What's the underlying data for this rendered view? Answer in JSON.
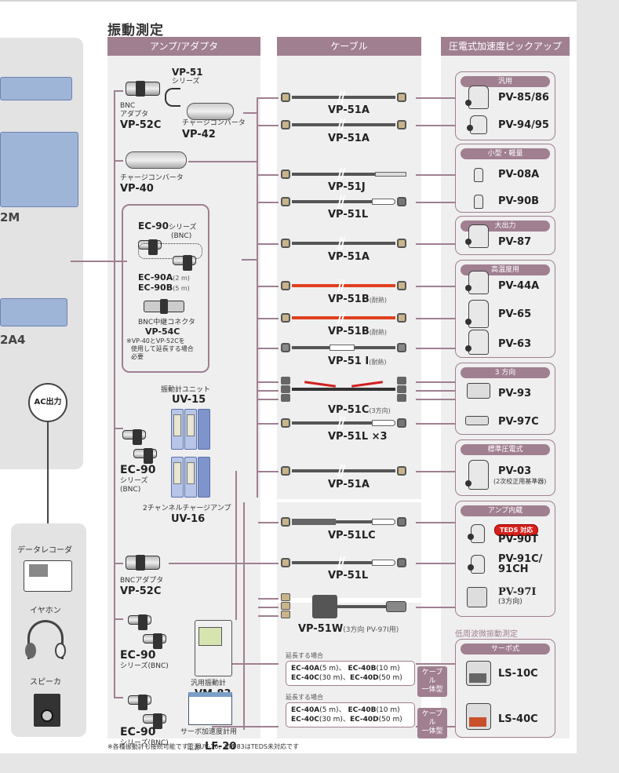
{
  "title": "振動測定",
  "columns": {
    "amps": "アンプ/アダプタ",
    "cables": "ケーブル",
    "pickups": "圧電式加速度ピックアップ"
  },
  "left_devices": {
    "device1_suffix": "2M",
    "device2_suffix": "2A4",
    "ac_output": "AC出力",
    "outputs": [
      {
        "label": "データレコーダ",
        "icon": "data-recorder-icon"
      },
      {
        "label": "イヤホン",
        "icon": "headphones-icon"
      },
      {
        "label": "スピーカ",
        "icon": "speaker-icon"
      }
    ]
  },
  "amps": {
    "vp51_series": {
      "model": "VP-51",
      "sub": "シリーズ"
    },
    "vp52c_top": {
      "label1": "BNC",
      "label2": "アダプタ",
      "model": "VP-52C"
    },
    "vp42": {
      "label": "チャージコンバータ",
      "model": "VP-42"
    },
    "vp40": {
      "label": "チャージコンバータ",
      "model": "VP-40"
    },
    "ec90_box": {
      "series_model": "EC-90",
      "series_sub": "シリーズ",
      "bnc": "(BNC)",
      "ec90a": "EC-90A",
      "ec90a_len": "(2 m)",
      "ec90b": "EC-90B",
      "ec90b_len": "(5 m)",
      "connector_label": "BNC中継コネクタ",
      "connector_model": "VP-54C",
      "note1": "※VP-40とVP-52Cを",
      "note2": "使用して延長する場合",
      "note3": "必要"
    },
    "uv15": {
      "label": "振動計ユニット",
      "model": "UV-15"
    },
    "uv16": {
      "label": "2チャンネルチャージアンプ",
      "model": "UV-16"
    },
    "ec90_a": {
      "model": "EC-90",
      "sub1": "シリーズ",
      "sub2": "(BNC)"
    },
    "vp52c_bottom": {
      "label": "BNCアダプタ",
      "model": "VP-52C"
    },
    "ec90_b": {
      "model": "EC-90",
      "sub": "シリーズ(BNC)"
    },
    "vm83": {
      "label": "汎用振動計",
      "model": "VM-83"
    },
    "ec90_c": {
      "model": "EC-90",
      "sub": "シリーズ(BNC)"
    },
    "lf20": {
      "label1": "サーボ加速度計用",
      "label2": "電源",
      "model": "LF-20"
    }
  },
  "cables": [
    {
      "model": "VP-51A",
      "note": ""
    },
    {
      "model": "VP-51A",
      "note": ""
    },
    {
      "model": "VP-51J",
      "note": ""
    },
    {
      "model": "VP-51L",
      "note": ""
    },
    {
      "model": "VP-51A",
      "note": ""
    },
    {
      "model": "VP-51B",
      "note": "(耐熱)"
    },
    {
      "model": "VP-51B",
      "note": "(耐熱)"
    },
    {
      "model": "VP-51 I",
      "note": "(耐熱)"
    },
    {
      "model": "VP-51C",
      "note": "(3方向)"
    },
    {
      "model": "VP-51L ×3",
      "note": ""
    },
    {
      "model": "VP-51A",
      "note": ""
    },
    {
      "model": "VP-51LC",
      "note": ""
    },
    {
      "model": "VP-51L",
      "note": ""
    },
    {
      "model": "VP-51W",
      "note": "(3方向 PV-97I用)"
    }
  ],
  "extensions": [
    {
      "label": "延長する場合",
      "line1_a": "EC-40A",
      "line1_a_len": "(5 m)、",
      "line1_b": "EC-40B",
      "line1_b_len": "(10 m)",
      "line2_a": "EC-40C",
      "line2_a_len": "(30 m)、",
      "line2_b": "EC-40D",
      "line2_b_len": "(50 m)",
      "tag1": "ケーブル",
      "tag2": "一体型"
    },
    {
      "label": "延長する場合",
      "line1_a": "EC-40A",
      "line1_a_len": "(5 m)、",
      "line1_b": "EC-40B",
      "line1_b_len": "(10 m)",
      "line2_a": "EC-40C",
      "line2_a_len": "(30 m)、",
      "line2_b": "EC-40D",
      "line2_b_len": "(50 m)",
      "tag1": "ケーブル",
      "tag2": "一体型"
    }
  ],
  "pickup_groups": [
    {
      "head": "汎用",
      "items": [
        {
          "model": "PV-85/86"
        },
        {
          "model": "PV-94/95"
        }
      ]
    },
    {
      "head": "小型・軽量",
      "items": [
        {
          "model": "PV-08A"
        },
        {
          "model": "PV-90B"
        }
      ]
    },
    {
      "head": "大出力",
      "items": [
        {
          "model": "PV-87"
        }
      ]
    },
    {
      "head": "高温度用",
      "items": [
        {
          "model": "PV-44A"
        },
        {
          "model": "PV-65"
        },
        {
          "model": "PV-63"
        }
      ]
    },
    {
      "head": "3 方向",
      "items": [
        {
          "model": "PV-93"
        },
        {
          "model": "PV-97C"
        }
      ]
    },
    {
      "head": "標準圧電式",
      "items": [
        {
          "model": "PV-03",
          "note": "(2次校正用基準器)"
        }
      ]
    },
    {
      "head": "アンプ内蔵",
      "items": [
        {
          "model": "PV-90T",
          "badge": "TEDS 対応"
        },
        {
          "model": "PV-91C/",
          "model2": "91CH"
        },
        {
          "model": "PV-97I",
          "note": "(3方向)"
        }
      ]
    }
  ],
  "low_freq": {
    "title": "低周波微振動測定",
    "head": "サーボ式",
    "items": [
      {
        "model": "LS-10C"
      },
      {
        "model": "LS-40C"
      }
    ]
  },
  "footnote": "※各種振動計も接続可能です　※UV-16、VM-83はTEDS未対応です",
  "colors": {
    "accent": "#a07f91",
    "teds": "#d8201a",
    "heat_cable": "#e0401e"
  }
}
